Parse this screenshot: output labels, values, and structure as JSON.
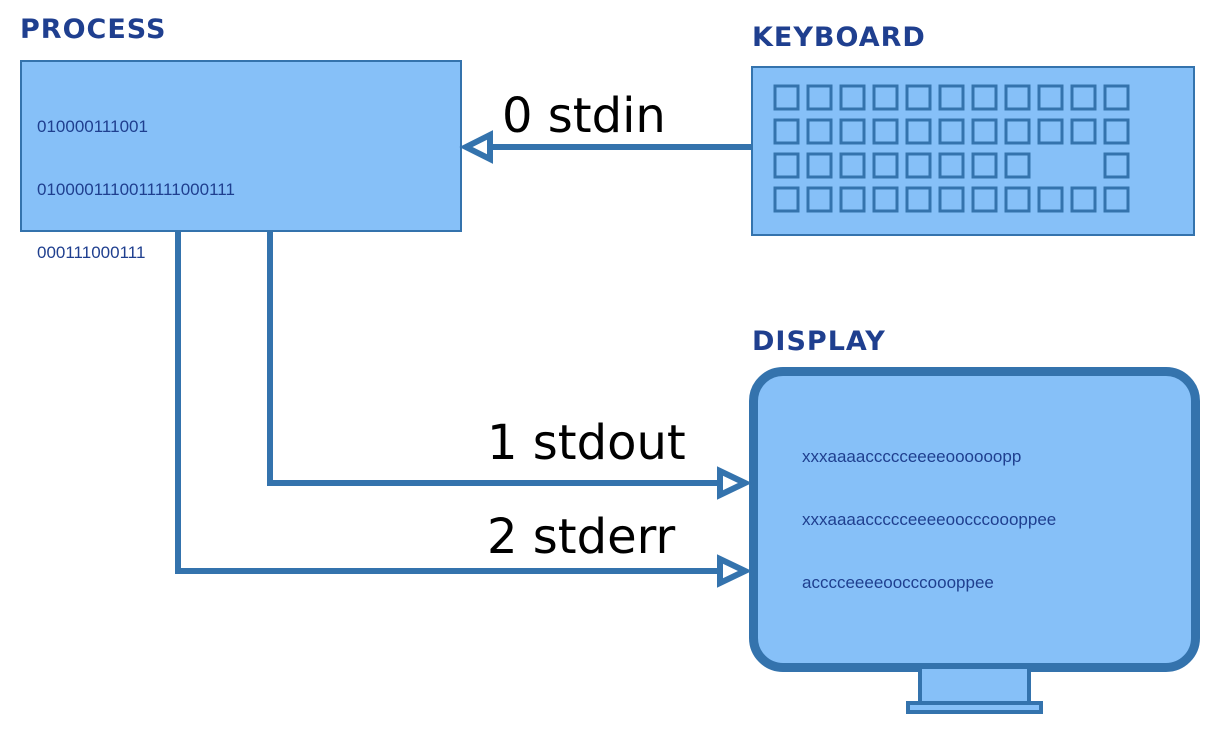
{
  "process": {
    "title": "PROCESS",
    "lines": [
      "010000111001",
      "0100001110011111000111",
      "000111000111"
    ]
  },
  "keyboard": {
    "title": "KEYBOARD",
    "key_rows": [
      11,
      11,
      11,
      11
    ],
    "missing_keys": [
      [
        2,
        8
      ],
      [
        2,
        9
      ]
    ]
  },
  "display": {
    "title": "DISPLAY",
    "lines": [
      "xxxaaaaccccceeeeoooooopp",
      "xxxaaaaccccceeeeoocccoooppee",
      "acccceeeeoocccoooppee"
    ]
  },
  "streams": {
    "stdin": "0 stdin",
    "stdout": "1 stdout",
    "stderr": "2 stderr"
  },
  "colors": {
    "fill": "#86c0f8",
    "stroke": "#3473ad",
    "title": "#1f3f8f"
  }
}
